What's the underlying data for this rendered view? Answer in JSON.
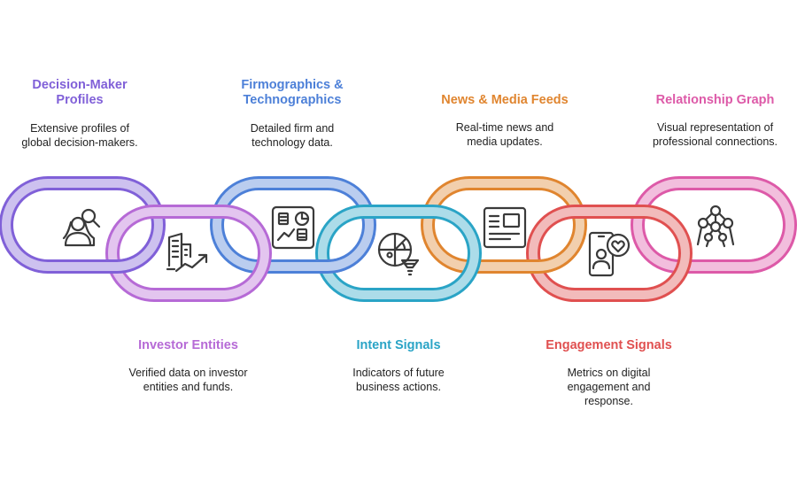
{
  "colors": {
    "purple": "#8060d8",
    "violet": "#b66ad6",
    "blue": "#4d80d8",
    "cyan": "#2aa4c6",
    "orange": "#e0852f",
    "red": "#e05050",
    "pink": "#dd5aa8",
    "icon": "#3a3a3a"
  },
  "items": [
    {
      "title": "Decision-Maker Profiles",
      "title_lines": [
        "Decision-Maker",
        "Profiles"
      ],
      "desc_lines": [
        "Extensive profiles of",
        "global decision-makers."
      ],
      "icon": "person-search-icon",
      "color": "#8060d8"
    },
    {
      "title": "Investor Entities",
      "title_lines": [
        "Investor Entities"
      ],
      "desc_lines": [
        "Verified data on investor",
        "entities and funds."
      ],
      "icon": "building-growth-icon",
      "color": "#b66ad6"
    },
    {
      "title": "Firmographics & Technographics",
      "title_lines": [
        "Firmographics &",
        "Technographics"
      ],
      "desc_lines": [
        "Detailed firm and",
        "technology data."
      ],
      "icon": "dashboard-icon",
      "color": "#4d80d8"
    },
    {
      "title": "Intent Signals",
      "title_lines": [
        "Intent Signals"
      ],
      "desc_lines": [
        "Indicators of future",
        "business actions."
      ],
      "icon": "radar-funnel-icon",
      "color": "#2aa4c6"
    },
    {
      "title": "News & Media Feeds",
      "title_lines": [
        "News & Media Feeds"
      ],
      "desc_lines": [
        "Real-time news and",
        "media updates."
      ],
      "icon": "news-feed-icon",
      "color": "#e0852f"
    },
    {
      "title": "Engagement Signals",
      "title_lines": [
        "Engagement Signals"
      ],
      "desc_lines": [
        "Metrics on digital",
        "engagement and",
        "response."
      ],
      "icon": "phone-heart-icon",
      "color": "#e05050"
    },
    {
      "title": "Relationship Graph",
      "title_lines": [
        "Relationship Graph"
      ],
      "desc_lines": [
        "Visual representation of",
        "professional connections."
      ],
      "icon": "network-graph-icon",
      "color": "#dd5aa8"
    }
  ]
}
